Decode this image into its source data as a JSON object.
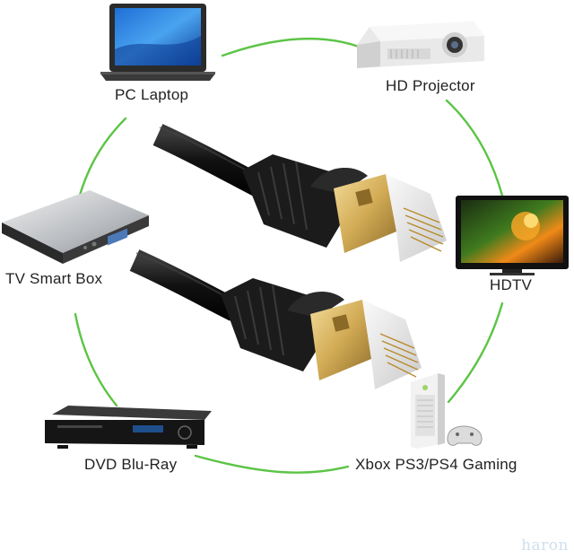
{
  "devices": {
    "laptop": "PC Laptop",
    "projector": "HD Projector",
    "tv_box": "TV Smart Box",
    "hdtv": "HDTV",
    "dvd": "DVD Blu-Ray",
    "gaming": "Xbox PS3/PS4 Gaming"
  },
  "watermark": "haron",
  "colors": {
    "ring": "#5cc446",
    "cable": "#1b1b1b",
    "gold": "#d9b766",
    "connector_clear": "#e6e6e6"
  }
}
